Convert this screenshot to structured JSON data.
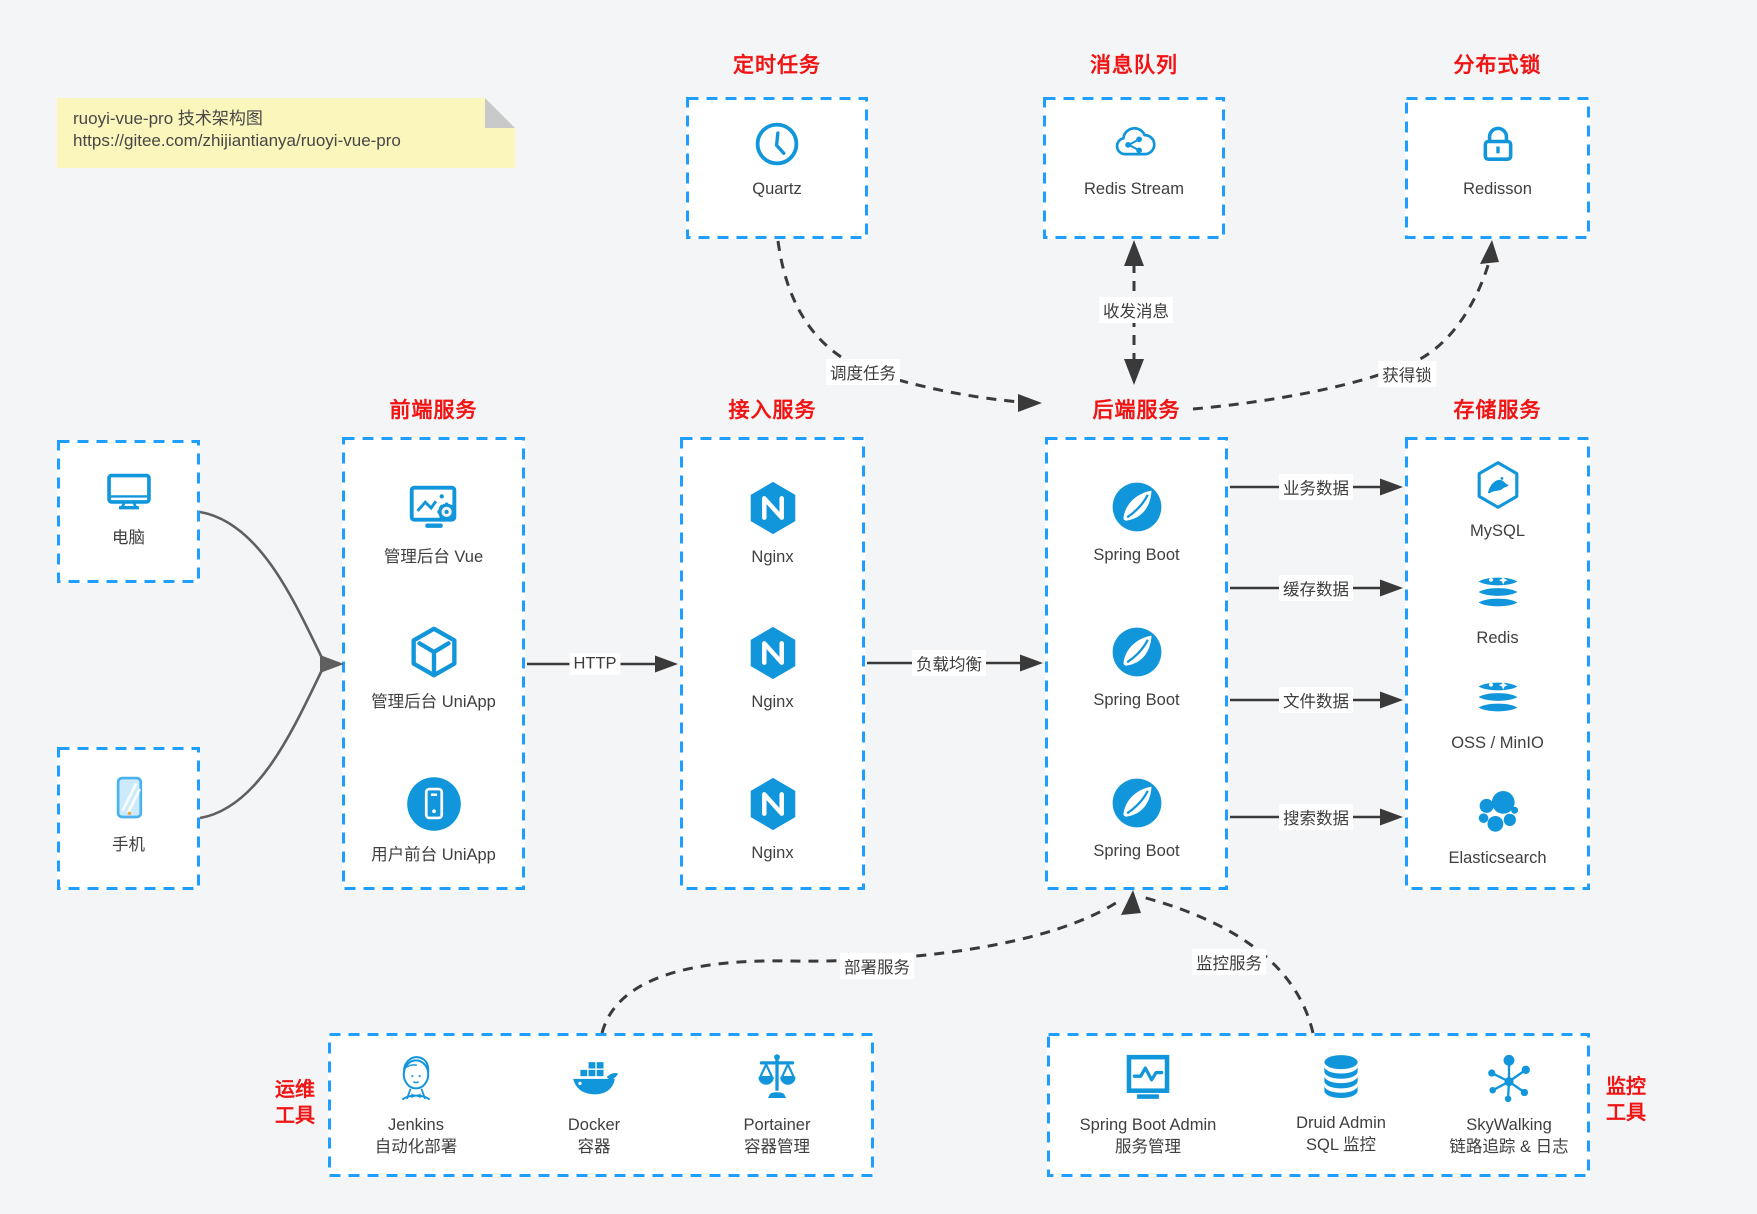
{
  "note": {
    "line1": "ruoyi-vue-pro 技术架构图",
    "line2": "https://gitee.com/zhijiantianya/ruoyi-vue-pro"
  },
  "colors": {
    "blue": "#1296db",
    "border_blue": "#1e9fff",
    "red": "#f01414",
    "text": "#3f3f3f",
    "note_bg": "#fbf6bb",
    "note_fold": "#c9c9c9",
    "arrow_dark": "#3a3a3a",
    "client_curve": "#5f5f5f"
  },
  "top_groups": [
    {
      "title": "定时任务",
      "item": {
        "label": "Quartz",
        "icon": "clock-icon"
      }
    },
    {
      "title": "消息队列",
      "item": {
        "label": "Redis Stream",
        "icon": "cloud-share-icon"
      }
    },
    {
      "title": "分布式锁",
      "item": {
        "label": "Redisson",
        "icon": "lock-icon"
      }
    }
  ],
  "clients": [
    {
      "label": "电脑",
      "icon": "desktop-icon"
    },
    {
      "label": "手机",
      "icon": "phone-icon"
    }
  ],
  "columns": [
    {
      "title": "前端服务",
      "items": [
        {
          "label": "管理后台 Vue"
        },
        {
          "label": "管理后台 UniApp"
        },
        {
          "label": "用户前台 UniApp"
        }
      ]
    },
    {
      "title": "接入服务",
      "items": [
        {
          "label": "Nginx"
        },
        {
          "label": "Nginx"
        },
        {
          "label": "Nginx"
        }
      ]
    },
    {
      "title": "后端服务",
      "items": [
        {
          "label": "Spring Boot"
        },
        {
          "label": "Spring Boot"
        },
        {
          "label": "Spring Boot"
        }
      ]
    },
    {
      "title": "存储服务",
      "items": [
        {
          "label": "MySQL"
        },
        {
          "label": "Redis"
        },
        {
          "label": "OSS / MinIO"
        },
        {
          "label": "Elasticsearch"
        }
      ]
    }
  ],
  "edges": {
    "http": "HTTP",
    "load_balance": "负载均衡",
    "schedule": "调度任务",
    "message": "收发消息",
    "lock": "获得锁",
    "deploy": "部署服务",
    "monitor": "监控服务",
    "data_flows": [
      "业务数据",
      "缓存数据",
      "文件数据",
      "搜索数据"
    ]
  },
  "bottom_groups": [
    {
      "side_label_line1": "运维",
      "side_label_line2": "工具",
      "items": [
        {
          "name": "Jenkins",
          "desc": "自动化部署"
        },
        {
          "name": "Docker",
          "desc": "容器"
        },
        {
          "name": "Portainer",
          "desc": "容器管理"
        }
      ]
    },
    {
      "side_label_line1": "监控",
      "side_label_line2": "工具",
      "items": [
        {
          "name": "Spring Boot Admin",
          "desc": "服务管理"
        },
        {
          "name": "Druid Admin",
          "desc": "SQL 监控"
        },
        {
          "name": "SkyWalking",
          "desc": "链路追踪 & 日志"
        }
      ]
    }
  ]
}
